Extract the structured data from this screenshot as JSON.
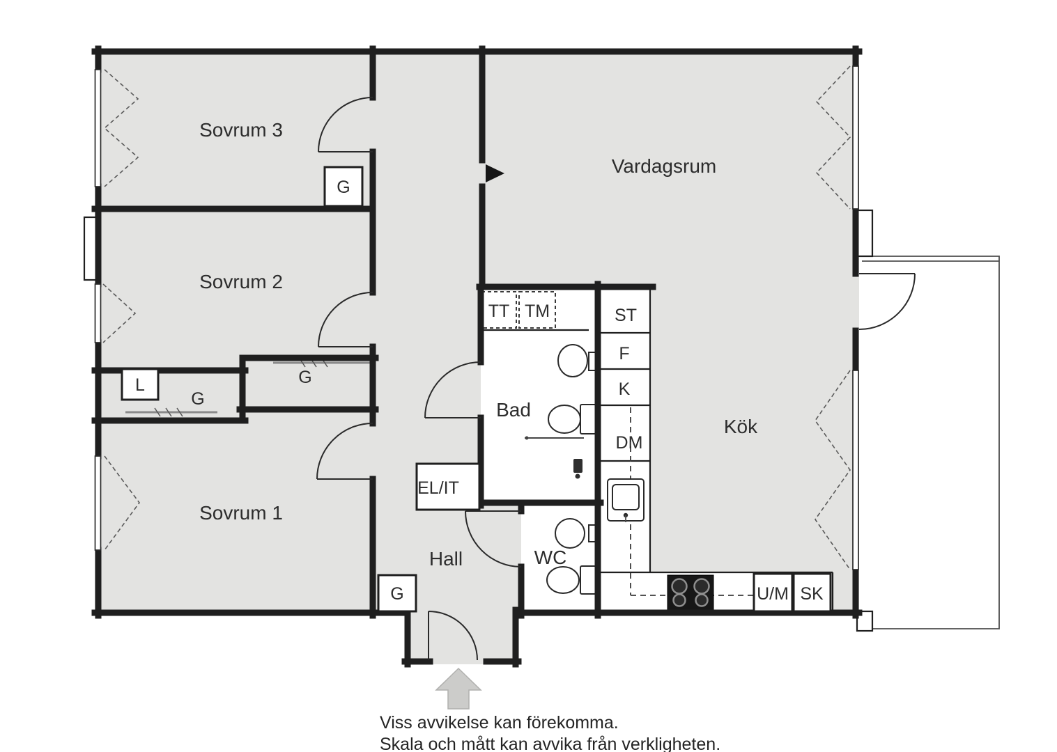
{
  "labels": {
    "sovrum3": "Sovrum 3",
    "sovrum2": "Sovrum 2",
    "sovrum1": "Sovrum 1",
    "vardagsrum": "Vardagsrum",
    "kok": "Kök",
    "hall": "Hall",
    "bad": "Bad",
    "wc": "WC",
    "elit": "EL/IT",
    "tt": "TT",
    "tm": "TM",
    "st": "ST",
    "f": "F",
    "k": "K",
    "dm": "DM",
    "um": "U/M",
    "sk": "SK",
    "g": "G",
    "l": "L"
  },
  "disclaimer": {
    "line1": "Viss avvikelse kan förekomma.",
    "line2": "Skala och mått kan avvika från verkligheten."
  },
  "colors": {
    "room_fill": "#e3e3e1",
    "wall": "#1f1f1f",
    "entry_arrow": "#ccccca"
  }
}
